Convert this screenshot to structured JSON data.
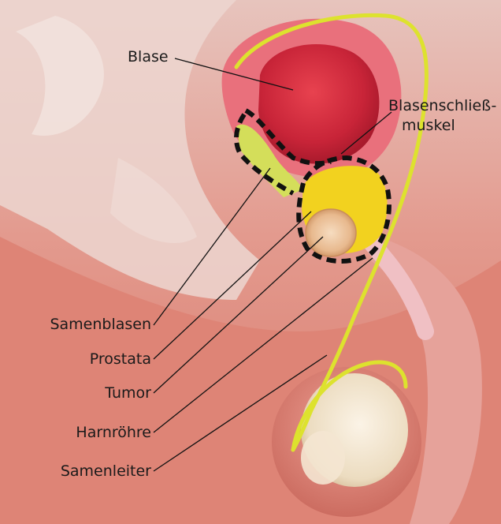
{
  "labels": {
    "blase": "Blase",
    "blasenschliessmuskel_line1": "Blasenschließ-",
    "blasenschliessmuskel_line2": "muskel",
    "samenblasen": "Samenblasen",
    "prostata": "Prostata",
    "tumor": "Tumor",
    "harnroehre": "Harnröhre",
    "samenleiter": "Samenleiter"
  },
  "colors": {
    "background_tissue": "#e89a8c",
    "bladder": "#d8304a",
    "bladder_wall": "#e5606e",
    "prostate": "#f2d21f",
    "tumor": "#e9b98c",
    "seminal_vesicles": "#d7e05a",
    "vas_deferens": "#dbe030",
    "testis": "#f1e2c8",
    "dashed_outline": "#111111"
  }
}
